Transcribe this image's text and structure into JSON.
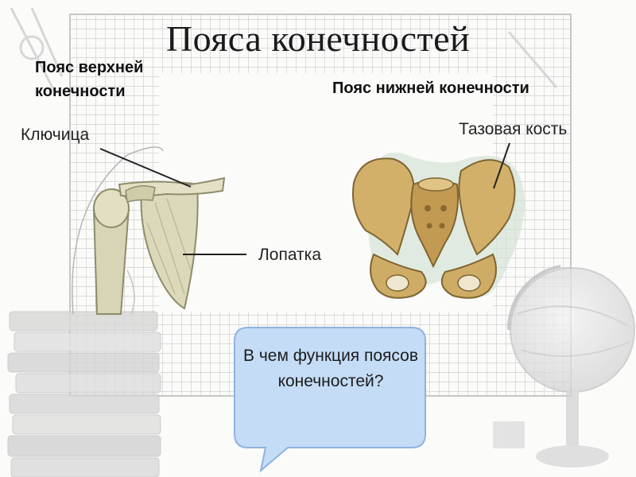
{
  "slide": {
    "title": "Пояса конечностей",
    "upper_girdle_heading": "Пояс верхней конечности",
    "lower_girdle_heading": "Пояс нижней конечности",
    "labels": {
      "clavicle": "Ключица",
      "scapula": "Лопатка",
      "pelvic_bone": "Тазовая кость"
    },
    "question": "В чем функция поясов конечностей?"
  },
  "colors": {
    "bubble_fill": "#c4dcf6",
    "bubble_border": "#8fb3df",
    "bone_shoulder": "#d9d7b8",
    "bone_pelvis": "#c9a45e",
    "pointer_line": "#222222"
  }
}
